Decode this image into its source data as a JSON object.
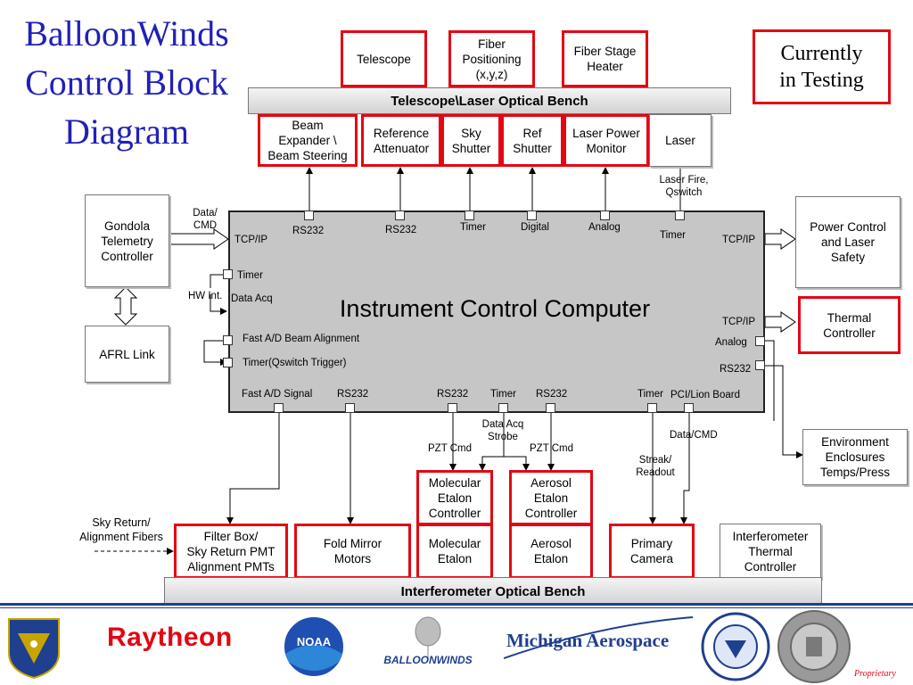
{
  "title": "BalloonWinds\nControl Block\nDiagram",
  "legend": "Currently\nin Testing",
  "colors": {
    "title": "#2020b8",
    "testing_border": "#e30613",
    "footer_band": "#1f3f8f"
  },
  "benches": {
    "telescope_laser": "Telescope\\Laser Optical Bench",
    "interferometer": "Interferometer Optical Bench"
  },
  "top_row": {
    "telescope": "Telescope",
    "fiber_positioning": "Fiber\nPositioning\n(x,y,z)",
    "fiber_stage_heater": "Fiber Stage\nHeater"
  },
  "bench_row": {
    "beam_expander": "Beam\nExpander \\\nBeam Steering",
    "reference_attenuator": "Reference\nAttenuator",
    "sky_shutter": "Sky\nShutter",
    "ref_shutter": "Ref\nShutter",
    "laser_power_monitor": "Laser Power\nMonitor",
    "laser": "Laser"
  },
  "left_side": {
    "gondola": "Gondola\nTelemetry\nController",
    "afrl_link": "AFRL Link",
    "data_cmd": "Data/\nCMD",
    "hw_int": "HW Int."
  },
  "right_side": {
    "power_control": "Power Control\nand Laser\nSafety",
    "thermal_controller": "Thermal\nController",
    "environment": "Environment\nEnclosures\nTemps/Press"
  },
  "computer": {
    "title": "Instrument Control Computer",
    "labels": {
      "tcpip_left": "TCP/IP",
      "rs232_1": "RS232",
      "rs232_2": "RS232",
      "timer_1": "Timer",
      "digital": "Digital",
      "analog_top": "Analog",
      "timer_2": "Timer",
      "tcpip_right_top": "TCP/IP",
      "timer_left": "Timer",
      "data_acq_left": "Data Acq",
      "tcpip_right_mid": "TCP/IP",
      "analog_right": "Analog",
      "rs232_right": "RS232",
      "fast_ad_beam": "Fast A/D Beam Alignment",
      "timer_qswitch": "Timer(Qswitch Trigger)",
      "fast_ad_signal": "Fast A/D Signal",
      "rs232_b1": "RS232",
      "rs232_b2": "RS232",
      "timer_b": "Timer",
      "rs232_b3": "RS232",
      "timer_b2": "Timer",
      "pci_lion": "PCI/Lion Board"
    }
  },
  "annotations": {
    "laser_fire": "Laser Fire,\nQswitch",
    "data_acq_strobe": "Data Acq\nStrobe",
    "pzt_cmd_1": "PZT Cmd",
    "pzt_cmd_2": "PZT Cmd",
    "streak_readout": "Streak/\nReadout",
    "data_cmd_bottom": "Data/CMD",
    "sky_return": "Sky Return/\nAlignment Fibers"
  },
  "bottom": {
    "molecular_etalon_controller": "Molecular\nEtalon\nController",
    "aerosol_etalon_controller": "Aerosol\nEtalon\nController",
    "filter_box": "Filter Box/\nSky Return PMT\nAlignment PMTs",
    "fold_mirror": "Fold Mirror\nMotors",
    "molecular_etalon": "Molecular\nEtalon",
    "aerosol_etalon": "Aerosol\nEtalon",
    "primary_camera": "Primary\nCamera",
    "interferometer_thermal": "Interferometer\nThermal\nController"
  },
  "footer": {
    "raytheon": "Raytheon",
    "noaa": "NOAA",
    "balloonwinds": "BALLOONWINDS",
    "michigan": "Michigan Aerospace",
    "proprietary": "Proprietary"
  }
}
